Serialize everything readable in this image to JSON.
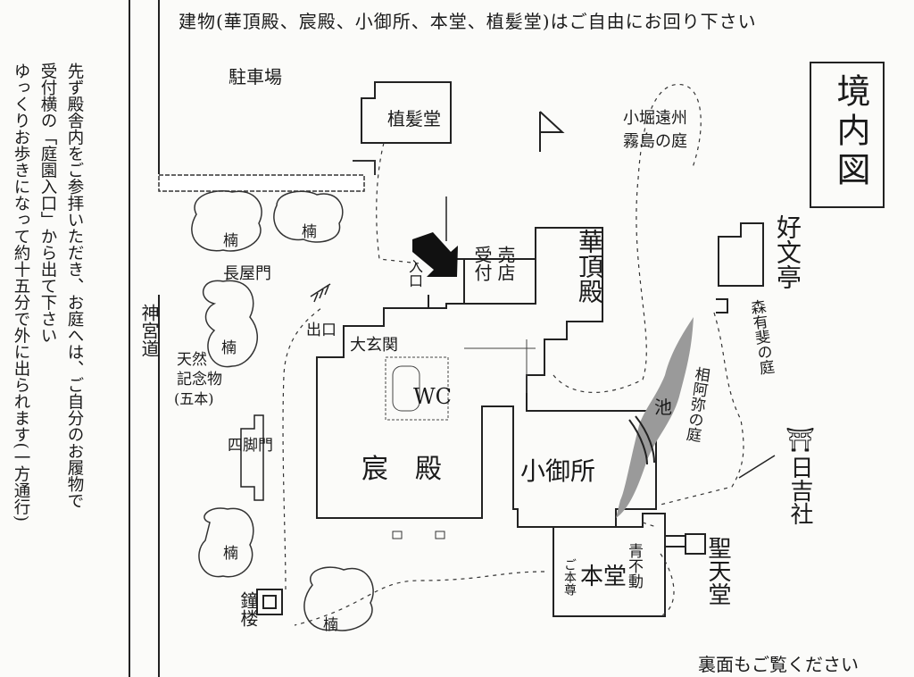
{
  "header_note": "建物(華頂殿、宸殿、小御所、本堂、植髪堂)はご自由にお回り下さい",
  "instructions": [
    "先ず殿舎内をご参拝いただき、お庭へは、ご自分のお履物で",
    "受付横の「庭園入口」から出て下さい",
    "ゆっくりお歩きになって約十五分で外に出られます(一方通行)"
  ],
  "title": "境内図",
  "road": "神宮道",
  "labels": {
    "parking": "駐車場",
    "shokado": "植髪堂",
    "kobori": "小堀遠州",
    "kirishima": "霧島の庭",
    "kobuntei": "好文亭",
    "mori_garden": "森有斐の庭",
    "soami_garden": "相阿弥の庭",
    "pond": "池",
    "hiyoshi": "日吉社",
    "shoten": "聖天堂",
    "hondo": "本堂",
    "honzon": "ご本尊",
    "aofudo": "青不動",
    "kogosho": "小御所",
    "shinden": "宸　殿",
    "genkan": "大玄関",
    "wc": "WC",
    "kachoden": "華頂殿",
    "uketsuke": "受付",
    "baiten": "売店",
    "entrance": "入口",
    "exit": "出口",
    "nagayamon": "長屋門",
    "kusu": "楠",
    "natural_monument_1": "天然",
    "natural_monument_2": "記念物",
    "natural_monument_3": "(五本)",
    "shikyakumon": "四脚門",
    "shoro": "鐘楼"
  },
  "footer_note": "裏面もご覧ください",
  "colors": {
    "ink": "#1a1a1a",
    "pond": "#9a9a9a",
    "paper": "#fbfbf9"
  }
}
